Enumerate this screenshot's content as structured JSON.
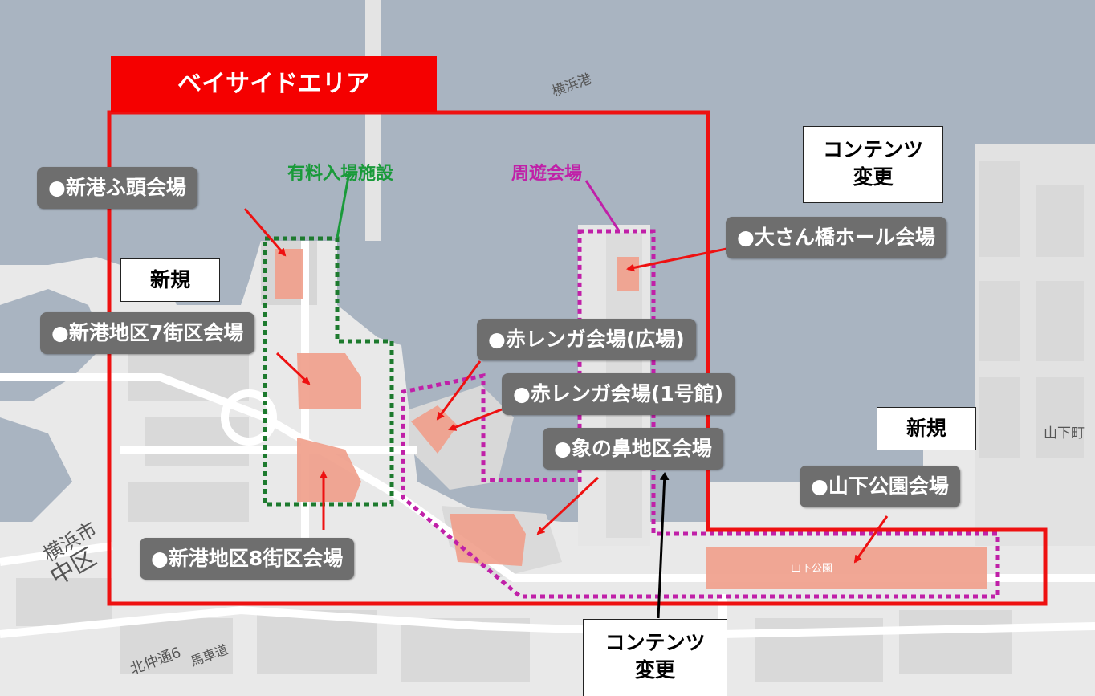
{
  "area_title": "ベイサイドエリア",
  "categories": {
    "paid": {
      "label": "有料入場施設",
      "color": "#1a9a3a"
    },
    "tour": {
      "label": "周遊会場",
      "color": "#c020a8"
    }
  },
  "colors": {
    "area_border": "#ee1111",
    "label_bg": "#6e6e6e",
    "venue_fill": "#f0a08c",
    "water": "#a9b4c1",
    "land": "#e9e9e9"
  },
  "venues": {
    "shinko_futo": "●新港ふ頭会場",
    "shinko7": "●新港地区7街区会場",
    "shinko8": "●新港地区8街区会場",
    "osanbashi": "●大さん橋ホール会場",
    "akarenga_hiroba": "●赤レンガ会場(広場)",
    "akarenga_1": "●赤レンガ会場(1号館)",
    "zounohana": "●象の鼻地区会場",
    "yamashita": "●山下公園会場"
  },
  "notes": {
    "new_left": "新規",
    "new_right": "新規",
    "content_top": [
      "コンテンツ",
      "変更"
    ],
    "content_bottom": [
      "コンテンツ",
      "変更"
    ]
  },
  "map_labels": {
    "port": "横浜港",
    "ward": [
      "横浜市",
      "中区"
    ],
    "district": "山下町",
    "streets": [
      "北仲通6",
      "馬車道",
      "山下公園"
    ]
  }
}
